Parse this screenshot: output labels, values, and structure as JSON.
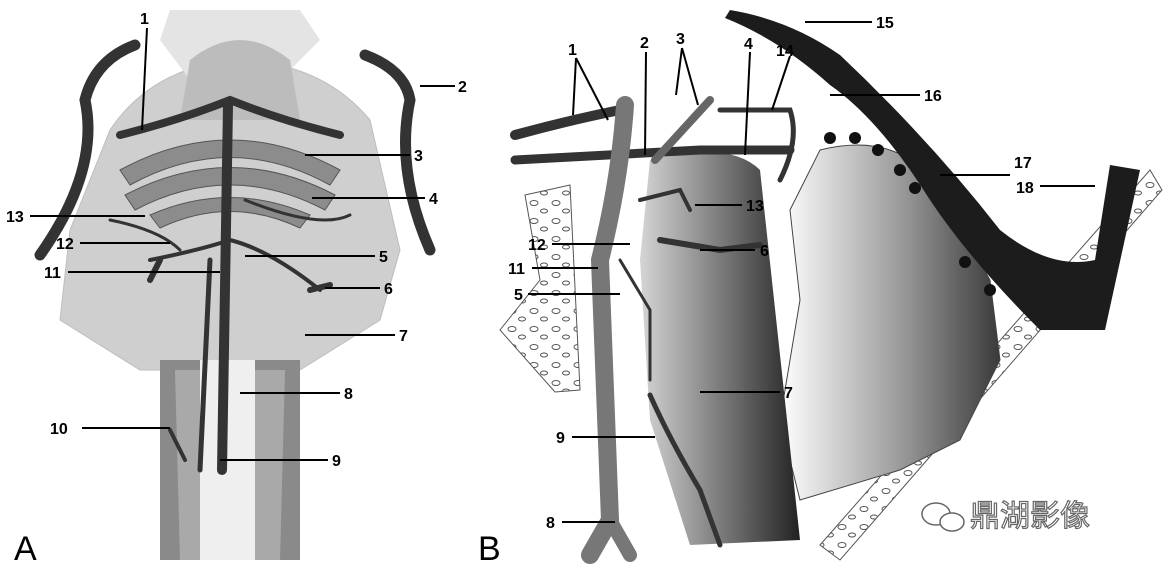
{
  "panels": {
    "a": {
      "letter": "A"
    },
    "b": {
      "letter": "B"
    }
  },
  "labels_a": [
    "1",
    "2",
    "3",
    "4",
    "5",
    "6",
    "7",
    "8",
    "9",
    "10",
    "11",
    "12",
    "13"
  ],
  "labels_b": [
    "1",
    "2",
    "3",
    "4",
    "14",
    "15",
    "16",
    "17",
    "18",
    "13",
    "12",
    "11",
    "6",
    "5",
    "7",
    "9",
    "8"
  ],
  "watermark": {
    "text": "鼎湖影像",
    "icon": "wechat-icon"
  },
  "colors": {
    "vessel": "#333333",
    "tissue_light": "#c8c8c8",
    "tissue_mid": "#9a9a9a"
  }
}
